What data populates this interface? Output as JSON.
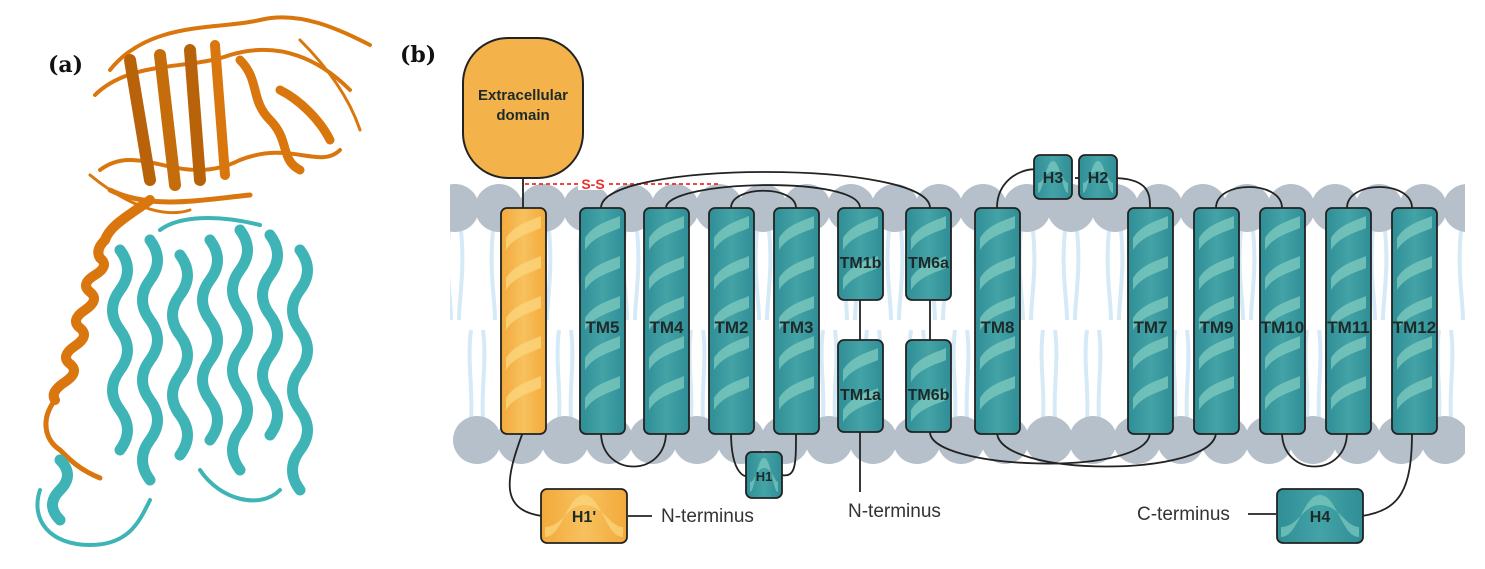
{
  "panels": {
    "a": {
      "label": "(a)",
      "description": "protein ribbon structure"
    },
    "b": {
      "label": "(b)",
      "description": "membrane topology diagram"
    }
  },
  "colors": {
    "extracellular": "#f4b24a",
    "extracellular_dark": "#d98c10",
    "tm": "#3a9aa0",
    "tm_light": "#7fcbbf",
    "lipid_head": "#b5c0cb",
    "lipid_tail": "#d6e9f7",
    "disulfide": "#e8302a",
    "ribbon_orange": "#d9770e",
    "ribbon_teal": "#3fb4b6"
  },
  "extracellular_domain": {
    "label": "Extracellular domain",
    "line1": "Extracellular",
    "line2": "domain"
  },
  "disulfide_label": "S-S",
  "helices": {
    "h1prime": "H1'",
    "h1": "H1",
    "h2": "H2",
    "h3": "H3",
    "h4": "H4",
    "tm5": "TM5",
    "tm4": "TM4",
    "tm2": "TM2",
    "tm3": "TM3",
    "tm1b": "TM1b",
    "tm1a": "TM1a",
    "tm6a": "TM6a",
    "tm6b": "TM6b",
    "tm8": "TM8",
    "tm7": "TM7",
    "tm9": "TM9",
    "tm10": "TM10",
    "tm11": "TM11",
    "tm12": "TM12"
  },
  "termini": {
    "n_terminus_1": "N-terminus",
    "n_terminus_2": "N-terminus",
    "c_terminus": "C-terminus"
  }
}
